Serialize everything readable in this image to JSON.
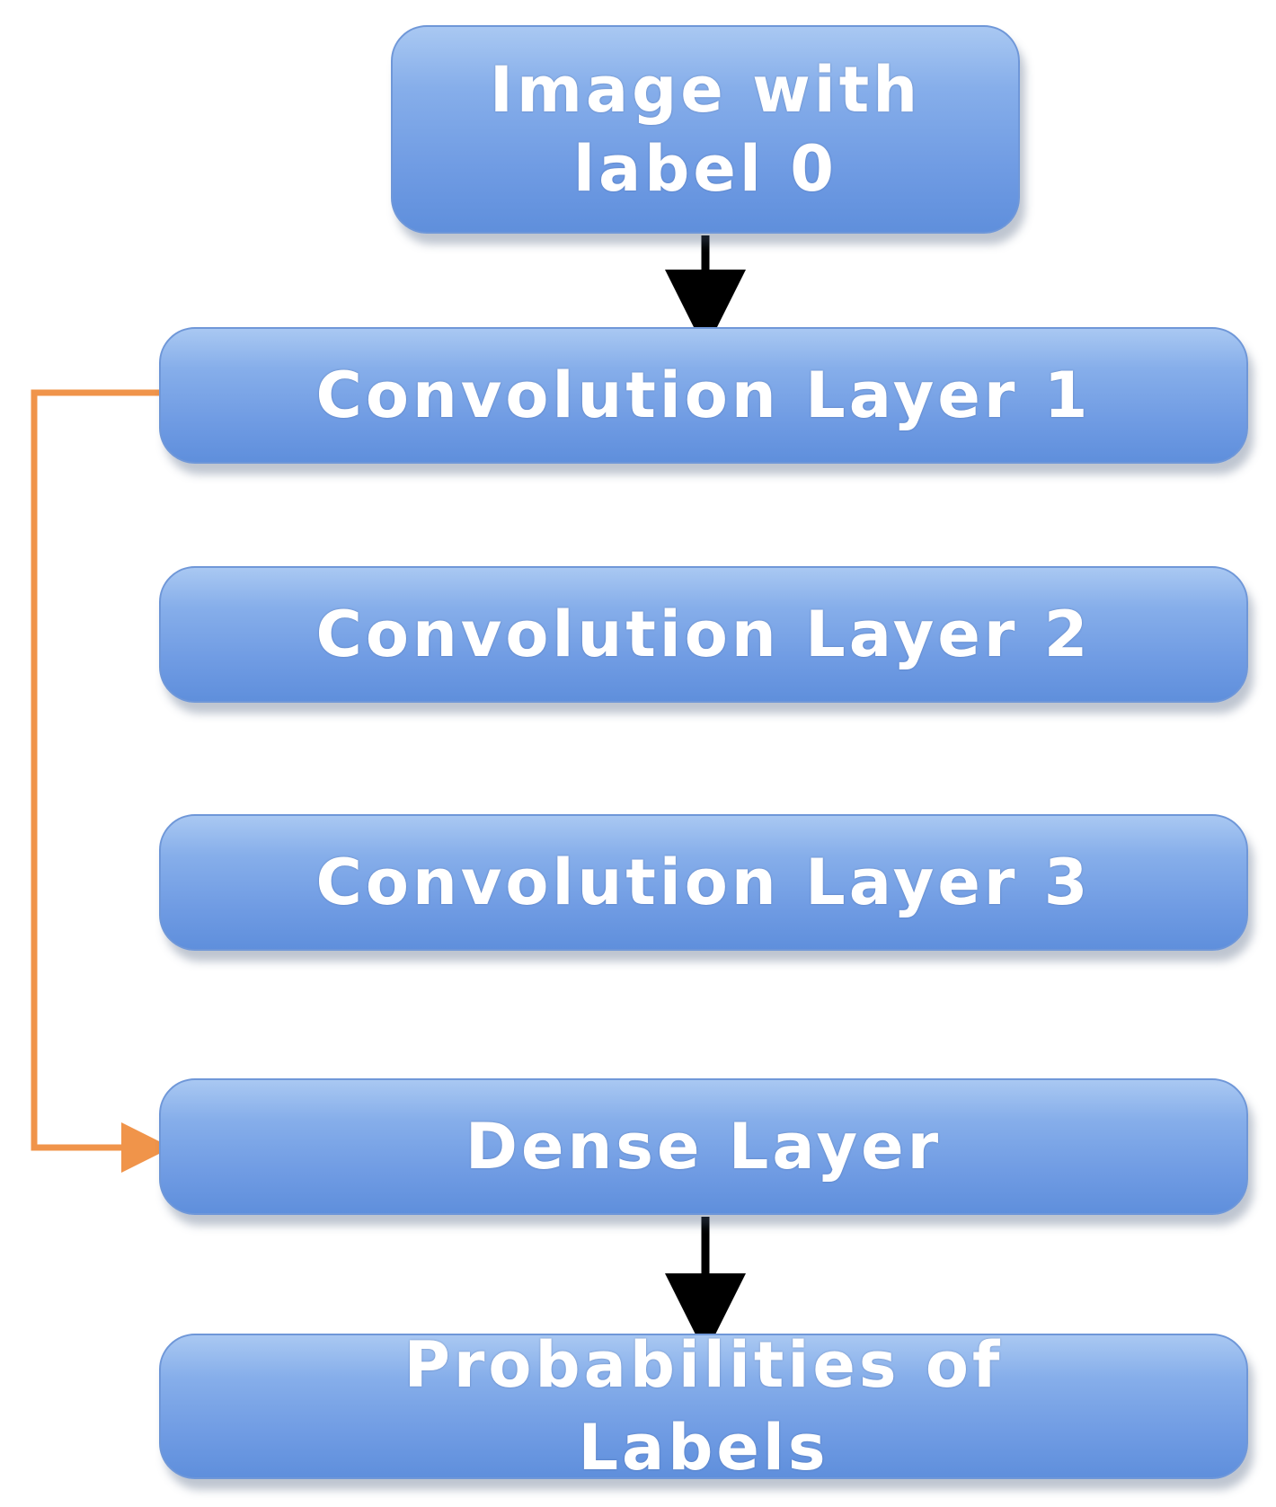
{
  "nodes": {
    "input": {
      "label": "Image with label 0"
    },
    "conv1": {
      "label": "Convolution Layer 1"
    },
    "conv2": {
      "label": "Convolution Layer 2"
    },
    "conv3": {
      "label": "Convolution Layer 3"
    },
    "dense": {
      "label": "Dense Layer"
    },
    "output": {
      "label": "Probabilities of Labels"
    }
  },
  "edges": [
    {
      "from": "input",
      "to": "conv1",
      "color": "#000000"
    },
    {
      "from": "conv1",
      "to": "dense",
      "color": "#f0944a",
      "style": "skip-connection-left"
    },
    {
      "from": "dense",
      "to": "output",
      "color": "#000000"
    }
  ],
  "colors": {
    "box_fill": "#6f9be3",
    "box_text": "#ffffff",
    "skip_connection": "#f0944a",
    "arrow": "#000000"
  }
}
